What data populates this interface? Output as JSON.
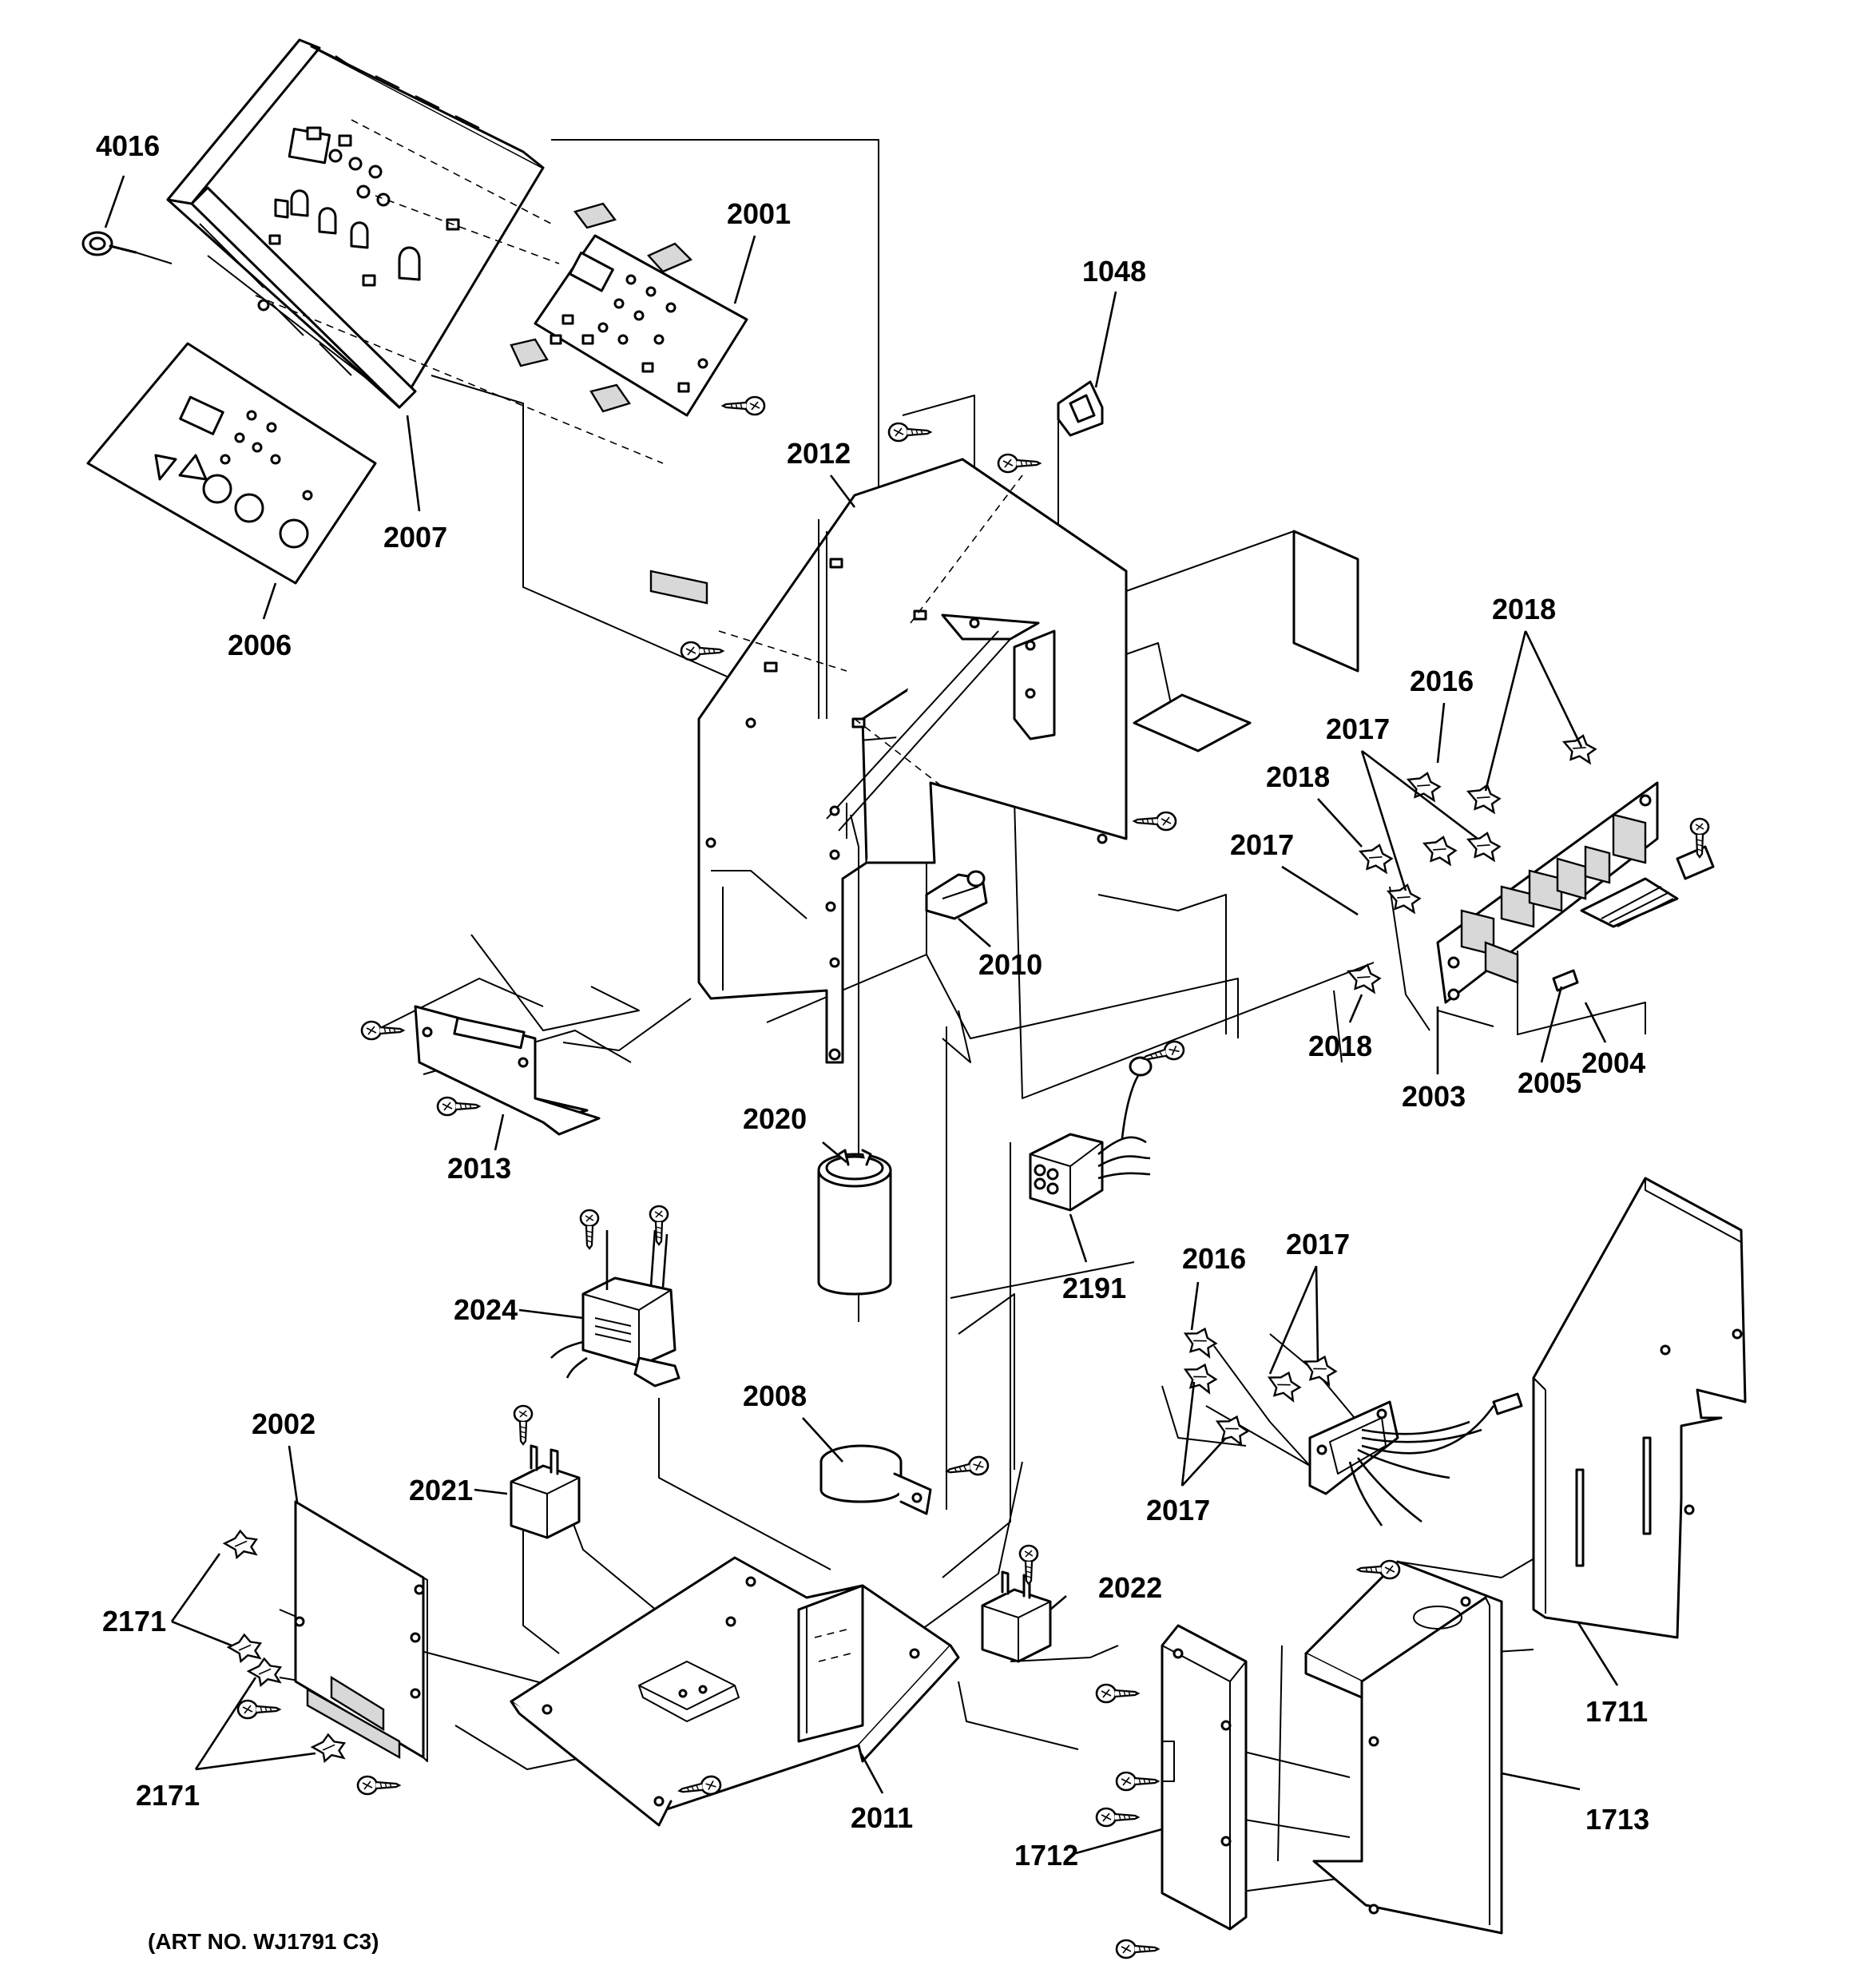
{
  "art_number": "(ART NO. WJ1791 C3)",
  "callouts": [
    {
      "id": "c4016",
      "text": "4016"
    },
    {
      "id": "c2001",
      "text": "2001"
    },
    {
      "id": "c1048",
      "text": "1048"
    },
    {
      "id": "c2012",
      "text": "2012"
    },
    {
      "id": "c2007",
      "text": "2007"
    },
    {
      "id": "c2006",
      "text": "2006"
    },
    {
      "id": "c2018a",
      "text": "2018"
    },
    {
      "id": "c2016a",
      "text": "2016"
    },
    {
      "id": "c2017a",
      "text": "2017"
    },
    {
      "id": "c2018b",
      "text": "2018"
    },
    {
      "id": "c2017b",
      "text": "2017"
    },
    {
      "id": "c2010",
      "text": "2010"
    },
    {
      "id": "c2018c",
      "text": "2018"
    },
    {
      "id": "c2004",
      "text": "2004"
    },
    {
      "id": "c2003",
      "text": "2003"
    },
    {
      "id": "c2005",
      "text": "2005"
    },
    {
      "id": "c2013",
      "text": "2013"
    },
    {
      "id": "c2020",
      "text": "2020"
    },
    {
      "id": "c2191",
      "text": "2191"
    },
    {
      "id": "c2024",
      "text": "2024"
    },
    {
      "id": "c2016b",
      "text": "2016"
    },
    {
      "id": "c2017c",
      "text": "2017"
    },
    {
      "id": "c2008",
      "text": "2008"
    },
    {
      "id": "c2017d",
      "text": "2017"
    },
    {
      "id": "c2002",
      "text": "2002"
    },
    {
      "id": "c2021",
      "text": "2021"
    },
    {
      "id": "c2022",
      "text": "2022"
    },
    {
      "id": "c2171a",
      "text": "2171"
    },
    {
      "id": "c1711",
      "text": "1711"
    },
    {
      "id": "c2171b",
      "text": "2171"
    },
    {
      "id": "c2011",
      "text": "2011"
    },
    {
      "id": "c1713",
      "text": "1713"
    },
    {
      "id": "c1712",
      "text": "1712"
    }
  ]
}
